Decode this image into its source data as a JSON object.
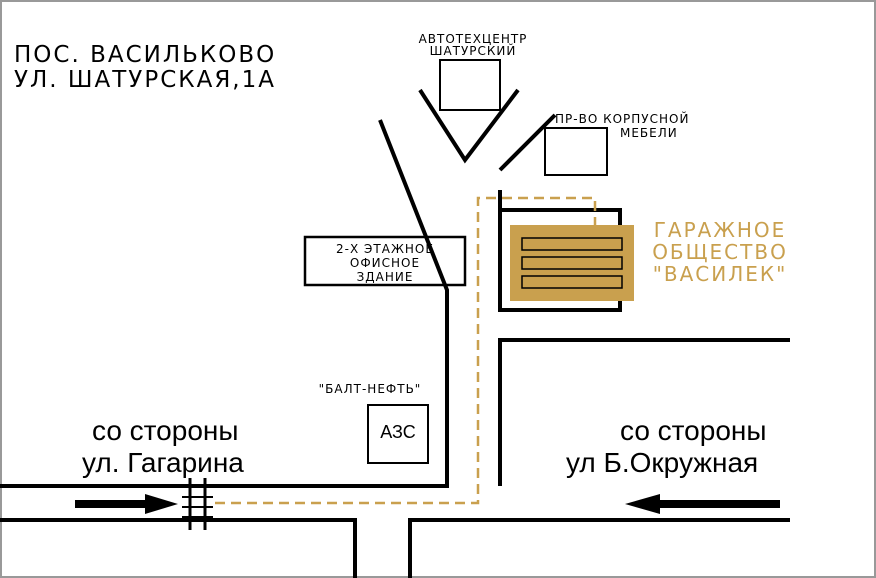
{
  "address": {
    "line1": "ПОС. ВАСИЛЬКОВО",
    "line2": "УЛ. ШАТУРСКАЯ,1А"
  },
  "landmarks": {
    "autotech": {
      "line1": "АВТОТЕХЦЕНТР",
      "line2": "ШАТУРСКИЙ"
    },
    "furniture": {
      "line1": "ПР-ВО КОРПУСНОЙ",
      "line2": "МЕБЕЛИ"
    },
    "office": {
      "line1": "2-Х ЭТАЖНОЕ",
      "line2": "ОФИСНОЕ",
      "line3": "ЗДАНИЕ"
    },
    "gas_company": "\"БАЛТ-НЕФТЬ\"",
    "gas_station": "АЗС",
    "garage": {
      "line1": "ГАРАЖНОЕ",
      "line2": "ОБЩЕСТВО",
      "line3": "\"ВАСИЛЕК\""
    }
  },
  "directions": {
    "west": {
      "line1": "со стороны",
      "line2": "ул. Гагарина"
    },
    "east": {
      "line1": "со стороны",
      "line2": "ул Б.Окружная"
    }
  },
  "colors": {
    "road": "#000000",
    "route": "#c9a04e",
    "garage_fill": "#c9a04e",
    "garage_text": "#c9a04e"
  }
}
